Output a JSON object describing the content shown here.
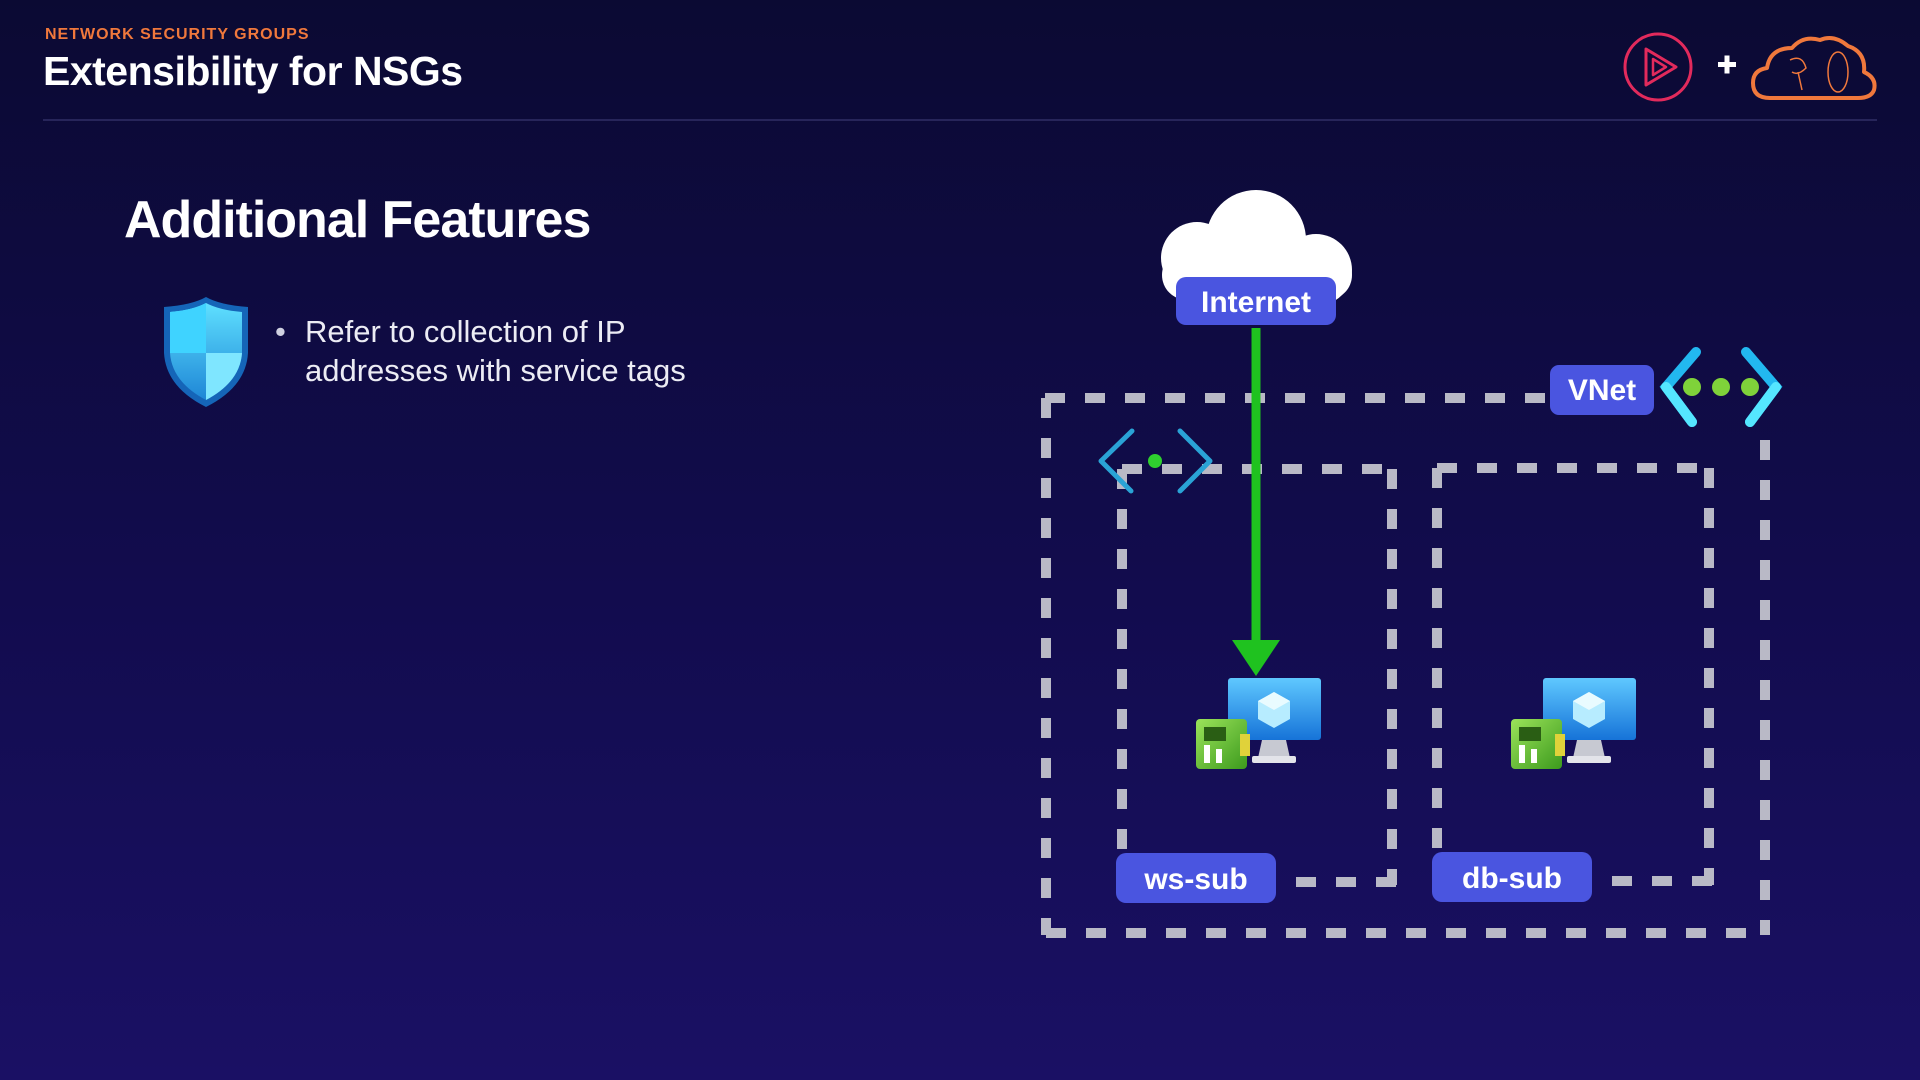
{
  "header": {
    "eyebrow": "NETWORK SECURITY GROUPS",
    "title": "Extensibility for NSGs"
  },
  "content": {
    "section_title": "Additional Features",
    "bullet_marker": "•",
    "bullet_lines": [
      "Refer to collection of IP",
      "addresses with service tags"
    ]
  },
  "diagram": {
    "internet_label": "Internet",
    "vnet_label": "VNet",
    "subnets": [
      {
        "label": "ws-sub"
      },
      {
        "label": "db-sub"
      }
    ]
  },
  "colors": {
    "accent_orange": "#f0783c",
    "label_blue": "#4a55e0",
    "arrow_green": "#1fc21f",
    "dash_gray": "#b9b9c6",
    "brand_red": "#e22a5c"
  },
  "icons": [
    "play-logo-icon",
    "plus-icon",
    "cloud-logo-icon",
    "shield-icon",
    "cloud-icon",
    "vnet-icon",
    "subnet-icon",
    "monitor-icon",
    "network-card-icon"
  ]
}
